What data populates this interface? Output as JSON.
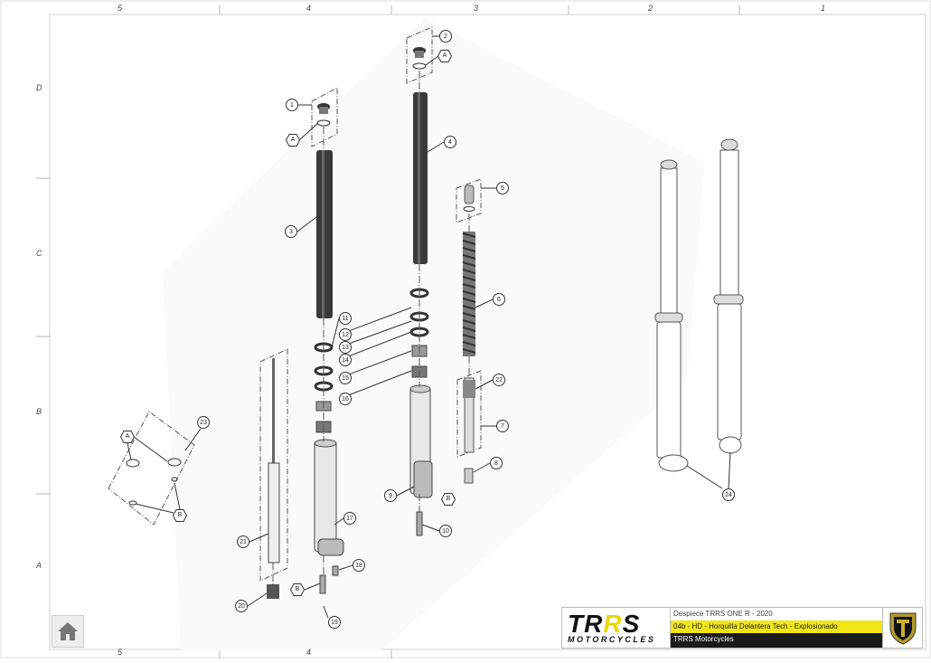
{
  "frame": {
    "columns_top": [
      "5",
      "4",
      "3",
      "2",
      "1"
    ],
    "columns_bottom": [
      "5",
      "4"
    ],
    "rows": [
      "D",
      "C",
      "B",
      "A"
    ]
  },
  "balloons": {
    "b1": "1",
    "b2": "2",
    "b3": "3",
    "b4": "4",
    "b5": "5",
    "b6": "6",
    "b7": "7",
    "b8": "8",
    "b9": "9",
    "b10": "10",
    "b11": "11",
    "b12": "12",
    "b13": "13",
    "b14": "14",
    "b15": "15",
    "b16": "16",
    "b17": "17",
    "b18": "18",
    "b19": "19",
    "b20": "20",
    "b21": "21",
    "b22": "22",
    "b23": "23",
    "b24": "24",
    "hA": "A",
    "hB": "B"
  },
  "title_block": {
    "logo_main_1": "TR",
    "logo_main_2": "R",
    "logo_main_3": "S",
    "logo_sub": "MOTORCYCLES",
    "line1": "Despiece TRRS ONE R - 2020",
    "line2": "04b - HD - Horquilla Delantera Tech - Explosionado",
    "line3": "TRRS Motorcycles",
    "highlight_color": "#f2e619",
    "dark_color": "#1a1a1a"
  },
  "icons": {
    "home": "home-icon",
    "emblem": "trrs-shield-emblem"
  }
}
